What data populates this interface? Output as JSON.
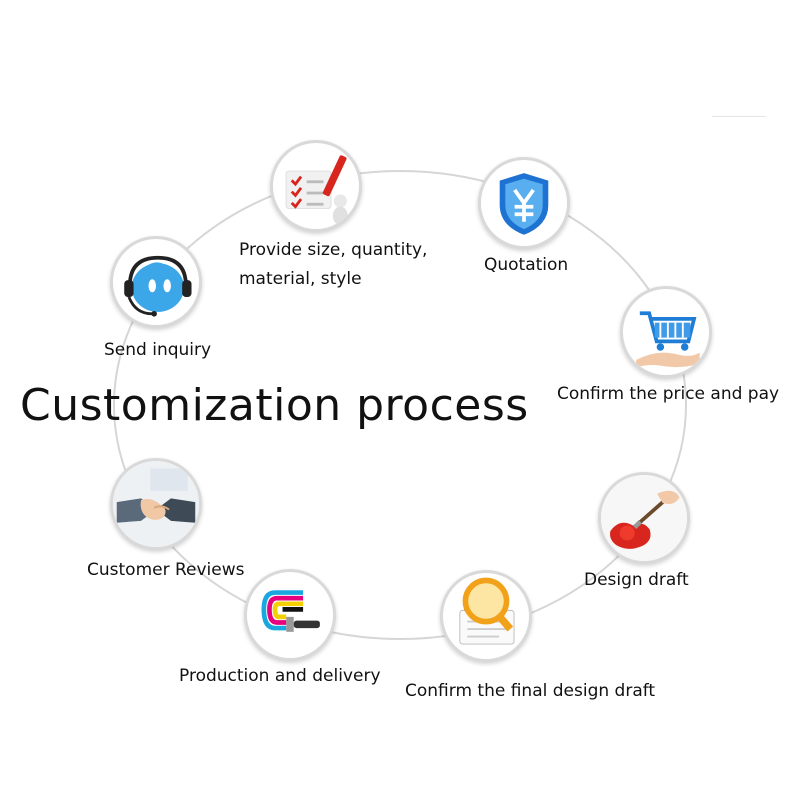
{
  "title": "Customization process",
  "steps": [
    {
      "label": "Send inquiry",
      "icon": "headset-mascot-icon"
    },
    {
      "label_lines": [
        "Provide size, quantity,",
        "material, style"
      ],
      "icon": "checklist-pencil-icon"
    },
    {
      "label": "Quotation",
      "icon": "yuan-shield-icon"
    },
    {
      "label": "Confirm the price and pay",
      "icon": "shopping-cart-hand-icon"
    },
    {
      "label": "Design draft",
      "icon": "paint-brush-icon"
    },
    {
      "label": "Confirm the final design draft",
      "icon": "magnifier-notebook-icon"
    },
    {
      "label": "Production and delivery",
      "icon": "color-brush-icon"
    },
    {
      "label": "Customer Reviews",
      "icon": "handshake-icon"
    }
  ],
  "colors": {
    "ring": "#d9d9d9",
    "connector": "#cfcfcf",
    "accent_blue": "#2a83e6",
    "accent_red": "#d8261e",
    "accent_orange": "#f2a21a"
  }
}
